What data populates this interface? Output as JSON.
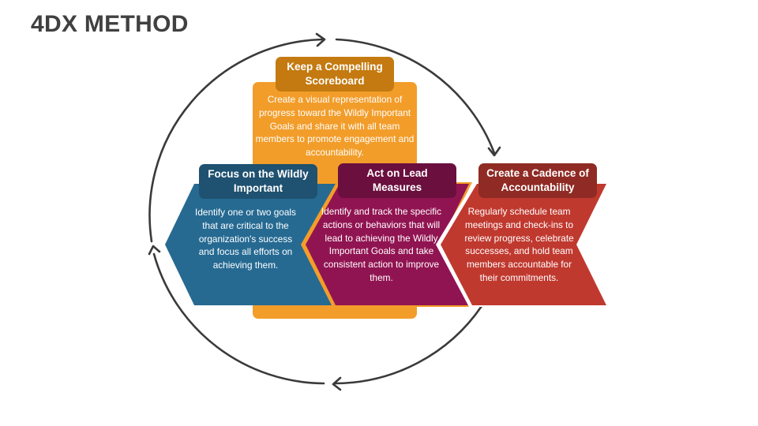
{
  "title": "4DX METHOD",
  "colors": {
    "orange": "#F29D2A",
    "orange_header": "#C47A10",
    "blue": "#266A92",
    "blue_header": "#1F5170",
    "magenta": "#911452",
    "magenta_header": "#6A0F3E",
    "red": "#C0392F",
    "red_header": "#8F2B24",
    "cycle_line": "#3A3A3A"
  },
  "steps": [
    {
      "id": "focus",
      "heading": "Focus on the Wildly Important",
      "description": "Identify one or two goals that are critical to the organization's success and focus all efforts on achieving them."
    },
    {
      "id": "lead",
      "heading": "Act on Lead Measures",
      "description": "Identify and track the specific actions or behaviors that will lead to achieving the Wildly Important Goals and take consistent action to improve them."
    },
    {
      "id": "scoreboard",
      "heading": "Keep a Compelling Scoreboard",
      "description": "Create a visual representation of progress toward the Wildly Important Goals and share it with all team members to promote engagement and accountability."
    },
    {
      "id": "cadence",
      "heading": "Create a Cadence of Accountability",
      "description": "Regularly schedule team meetings and check-ins to review progress, celebrate successes, and hold team members accountable for their commitments."
    }
  ],
  "cycle_icons": [
    "arrow-right-icon",
    "arrow-down-icon",
    "arrow-left-icon",
    "arrow-up-icon"
  ]
}
